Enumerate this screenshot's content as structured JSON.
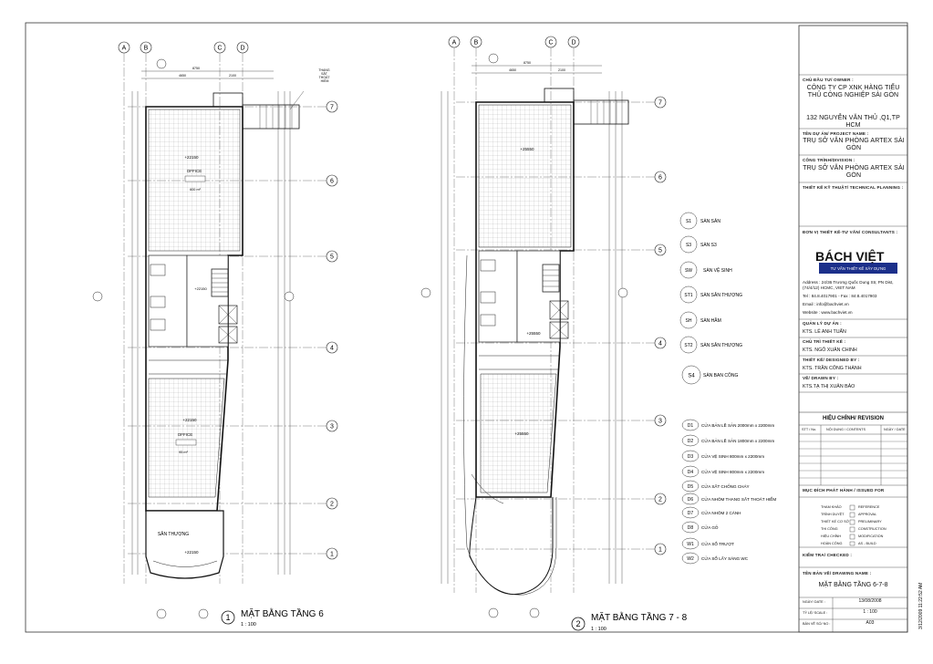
{
  "plan1": {
    "number": "1",
    "title": "MẶT BẰNG TẦNG 6",
    "scale": "1 : 100",
    "grid_cols": [
      "A",
      "B",
      "C",
      "D"
    ],
    "grid_rows": [
      "7",
      "6",
      "5",
      "4",
      "3",
      "2",
      "1"
    ],
    "room_office_top": "OFFICE",
    "room_office_top_area": "600 m²",
    "room_office_bottom": "OFFICE",
    "room_office_bottom_area": "95 m²",
    "level_top": "+22150",
    "level_mid": "+22150",
    "level_bottom": "+22150",
    "level_terrace": "+22150",
    "terrace": "SÂN THƯỢNG",
    "stair_note": "THANG\nSẮT\nTHOÁT\nHIỂM",
    "dim_total_width": "8750",
    "dim_a": "4650",
    "dim_b": "2100"
  },
  "plan2": {
    "number": "2",
    "title": "MẶT BẰNG TẦNG 7 - 8",
    "scale": "1 : 100",
    "grid_cols": [
      "A",
      "B",
      "C",
      "D"
    ],
    "grid_rows": [
      "7",
      "6",
      "5",
      "4",
      "3",
      "2",
      "1"
    ],
    "level_top": "+25550",
    "level_mid": "+25550",
    "level_bottom": "+25550",
    "dim_total_width": "8750",
    "dim_a": "4650",
    "dim_b": "2100"
  },
  "legend_floor": [
    {
      "code": "S1",
      "label": "SÀN SẢN"
    },
    {
      "code": "S3",
      "label": "SÀN S3"
    },
    {
      "code": "SW",
      "label": "SÀN VỆ SINH"
    },
    {
      "code": "ST1",
      "label": "SÀN SÂN THƯỢNG"
    },
    {
      "code": "SH",
      "label": "SÀN HẦM"
    },
    {
      "code": "ST2",
      "label": "SÀN SÂN THƯỢNG"
    },
    {
      "code": "S4",
      "label": "SÀN BAN CÔNG"
    }
  ],
  "legend_doors": [
    {
      "code": "D1",
      "label": "CỬA BẢN LỀ SẢN 2000mm x 2200mm"
    },
    {
      "code": "D2",
      "label": "CỬA BẢN LỀ SẢN 1800mm x 2200mm"
    },
    {
      "code": "D3",
      "label": "CỬA VỆ SINH 800mm x 2200mm"
    },
    {
      "code": "D4",
      "label": "CỬA VỆ SINH 800mm x 2200mm"
    },
    {
      "code": "D5",
      "label": "CỬA SẮT CHỐNG CHÁY"
    },
    {
      "code": "D6",
      "label": "CỬA NHÔM THANG SẮT THOÁT HIỂM"
    },
    {
      "code": "D7",
      "label": "CỬA NHÔM 2 CÁNH"
    },
    {
      "code": "D8",
      "label": "CỬA GỖ"
    },
    {
      "code": "W1",
      "label": "CỬA SỔ TRƯỢT"
    },
    {
      "code": "W2",
      "label": "CỬA SỔ LẤY SÁNG WC"
    }
  ],
  "title_block": {
    "owner_label": "CHỦ ĐẦU TƯ/ OWNER :",
    "owner_name": "CÔNG TY CP XNK HÀNG TIỂU THỦ CÔNG NGHIỆP SÀI GÒN",
    "owner_address": "132 NGUYỄN VĂN THỦ ,Q1,TP HCM",
    "project_label": "TÊN DỰ ÁN/ PROJECT NAME :",
    "project_name": "TRỤ SỞ VĂN PHÒNG ARTEX SÀI GÒN",
    "work_label": "CÔNG TRÌNH/DIVISION :",
    "work_name": "TRỤ SỞ VĂN PHÒNG ARTEX SÀI GÒN",
    "design_label": "THIẾT KẾ KỸ THUẬT/ TECHNICAL PLANNING :",
    "consultant_label": "ĐƠN VỊ THIẾT KẾ-TƯ VẤN/ CONSULTANTS :",
    "logo_text": "BÁCH VIỆT",
    "logo_sub": "TƯ VẤN   THIẾT KẾ   XÂY DỰNG",
    "address_line1": "Address : 24/36   Trương Quốc Dung Str, PN Dist,",
    "address_line2": "(74/4/12)                       HCMC, VIET NAM",
    "tel": "Tel : 84.8.4017901 - Fax : 84.8.4017903",
    "email": "Email : info@bachviet.vn",
    "website": "Website : www.bachviet.vn",
    "manager_label": "QUẢN LÝ DỰ ÁN :",
    "manager": "KTS. LÊ ANH TUẤN",
    "chief_label": "CHỦ TRÌ THIẾT KẾ :",
    "chief": "KTS. NGÔ XUÂN CHINH",
    "designer_label": "THIẾT KẾ/ DESIGNED BY :",
    "designer": "KTS. TRẦN CÔNG THÀNH",
    "drawn_label": "VẼ/ DRAWN BY :",
    "drawn": "KTS.TẠ THỊ XUÂN BẢO",
    "revision_title": "HIỆU CHỈNH/ REVISION",
    "rev_col1": "STT / No.",
    "rev_col2": "NỘI DUNG / CONTENTS",
    "rev_col3": "NGÀY / DATE",
    "issue_title": "MỤC ĐÍCH PHÁT HÀNH / ISSUED FOR",
    "issue_rows": [
      {
        "left": "THAM KHẢO",
        "right": "REFERENCE"
      },
      {
        "left": "TRÌNH DUYỆT",
        "right": "APPROVAL"
      },
      {
        "left": "THIẾT KẾ CƠ SỞ",
        "right": "PRELIMINARY"
      },
      {
        "left": "THI CÔNG",
        "right": "CONSTRUCTION"
      },
      {
        "left": "HIỆU CHỈNH",
        "right": "MODIFICATION"
      },
      {
        "left": "HOÀN CÔNG",
        "right": "AS - BUILD"
      }
    ],
    "checker_label": "KIỂM TRA/ CHECKED :",
    "drawing_label": "TÊN BẢN VẼ/ DRAWING NAME :",
    "drawing_name": "MẶT BẰNG TẦNG 6-7-8",
    "date_label": "NGÀY/ DATE :",
    "date": "13/08/2008",
    "scale_label": "TỶ LỆ/ SCALE :",
    "scale": "1 : 100",
    "sheet_label": "BẢN VẼ SỐ/ NO :",
    "sheet": "A03",
    "stamp": "3/12/2009 11:22:52 AM"
  }
}
